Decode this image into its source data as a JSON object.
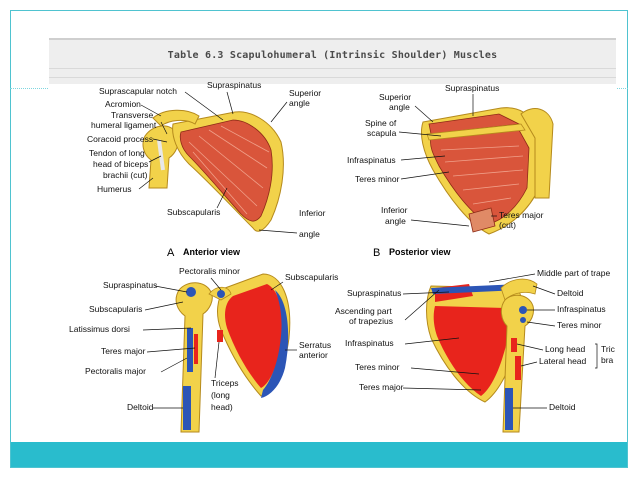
{
  "table_title": "Table 6.3 Scapulohumeral (Intrinsic Shoulder) Muscles",
  "panel_a": {
    "letter": "A",
    "caption": "Anterior view",
    "labels": {
      "suprascapular_notch": "Suprascapular notch",
      "supraspinatus": "Supraspinatus",
      "superior": "Superior",
      "angle": "angle",
      "acromion": "Acromion",
      "transverse": "Transverse",
      "humeral_ligament": "humeral ligament",
      "coracoid_process": "Coracoid process",
      "tendon_long": "Tendon of long",
      "head_biceps": "head of biceps",
      "brachii_cut": "brachii (cut)",
      "humerus": "Humerus",
      "subscapularis": "Subscapularis",
      "inferior": "Inferior",
      "angle2": "angle"
    }
  },
  "panel_b": {
    "letter": "B",
    "caption": "Posterior view",
    "labels": {
      "superior": "Superior",
      "angle": "angle",
      "supraspinatus": "Supraspinatus",
      "spine_of": "Spine of",
      "scapula": "scapula",
      "infraspinatus": "Infraspinatus",
      "teres_minor": "Teres minor",
      "inferior": "Inferior",
      "angle2": "angle",
      "teres_major": "Teres major",
      "cut": "(cut)"
    }
  },
  "panel_c": {
    "labels": {
      "pectoralis_minor": "Pectoralis minor",
      "subscapularis_top": "Subscapularis",
      "supraspinatus": "Supraspinatus",
      "subscapularis": "Subscapularis",
      "latissimus_dorsi": "Latissimus dorsi",
      "teres_major": "Teres major",
      "pectoralis_major": "Pectoralis major",
      "deltoid": "Deltoid",
      "serratus": "Serratus",
      "anterior": "anterior",
      "triceps": "Triceps",
      "long": "(long",
      "head": "head)"
    }
  },
  "panel_d": {
    "labels": {
      "middle_trapezius": "Middle part of trape",
      "supraspinatus": "Supraspinatus",
      "deltoid_top": "Deltoid",
      "ascending_part": "Ascending part",
      "of_trapezius": "of trapezius",
      "infraspinatus_right": "Infraspinatus",
      "teres_minor_right": "Teres minor",
      "infraspinatus_left": "Infraspinatus",
      "long_head": "Long head",
      "lateral_head": "Lateral head",
      "triceps_tri": "Tric",
      "triceps_bra": "bra",
      "teres_minor_left": "Teres minor",
      "teres_major": "Teres major",
      "deltoid_bottom": "Deltoid"
    }
  },
  "colors": {
    "frame": "#4fc3d0",
    "band": "#29bccd",
    "bone": "#f2d24a",
    "muscle": "#d9553b",
    "origin_red": "#e8241c",
    "insertion_blue": "#2c55b6"
  }
}
